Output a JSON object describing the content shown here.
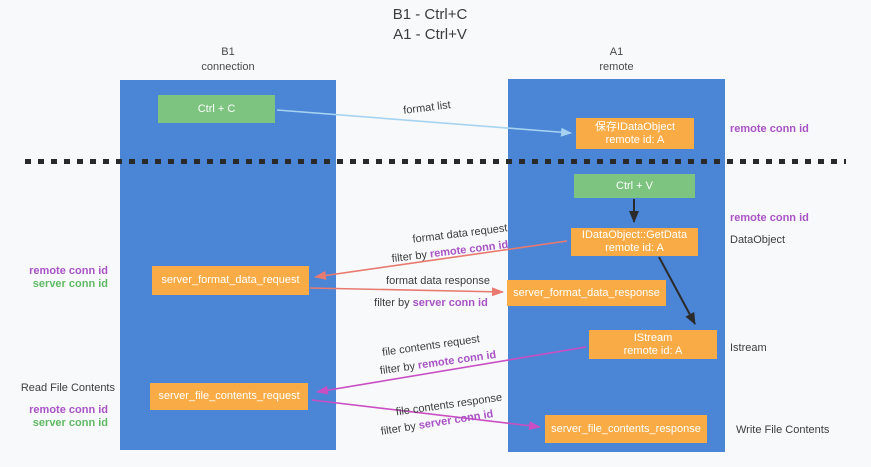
{
  "title": {
    "line1": "B1 - Ctrl+C",
    "line2": "A1 - Ctrl+V"
  },
  "lanes": {
    "left": {
      "title": "B1",
      "subtitle": "connection"
    },
    "right": {
      "title": "A1",
      "subtitle": "remote"
    }
  },
  "nodes": {
    "ctrl_c": {
      "label": "Ctrl + C"
    },
    "save_idataobject": {
      "line1": "保存IDataObject",
      "line2": "remote id: A"
    },
    "ctrl_v": {
      "label": "Ctrl + V"
    },
    "getdata": {
      "line1": "IDataObject::GetData",
      "line2": "remote id: A"
    },
    "istream": {
      "line1": "IStream",
      "line2": "remote id: A"
    },
    "server_format_data_request": {
      "label": "server_format_data_request"
    },
    "server_format_data_response": {
      "label": "server_format_data_response"
    },
    "server_file_contents_request": {
      "label": "server_file_contents_request"
    },
    "server_file_contents_response": {
      "label": "server_file_contents_response"
    }
  },
  "flow_labels": {
    "format_list": "format list",
    "format_data_request": "format data request",
    "format_data_response": "format data response",
    "file_contents_request": "file contents request",
    "file_contents_response": "file contents response",
    "filter_by": "filter by",
    "remote_conn_id": "remote conn id",
    "server_conn_id": "server conn id"
  },
  "margin_labels": {
    "remote_conn_id": "remote conn id",
    "server_conn_id": "server conn id",
    "dataobject": "DataObject",
    "istream": "Istream",
    "read_file_contents": "Read File Contents",
    "write_file_contents": "Write File Contents"
  },
  "colors": {
    "lane_blue": "#4a85d6",
    "node_green": "#7cc47f",
    "node_orange": "#f9ac46",
    "arrow_light_blue": "#a6d3f2",
    "arrow_salmon": "#e87a70",
    "arrow_magenta": "#c94fc3",
    "arrow_black": "#2b2b2b",
    "text_purple": "#a953c7",
    "text_green": "#5fba64"
  }
}
